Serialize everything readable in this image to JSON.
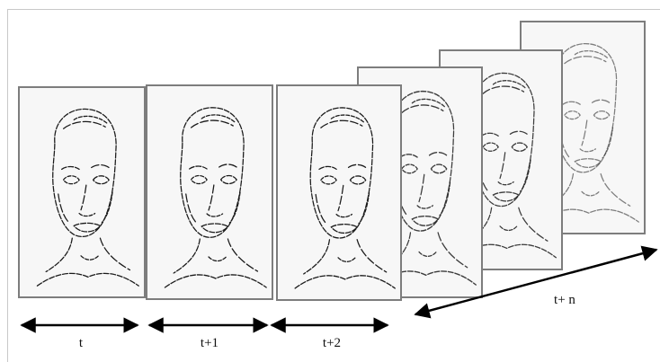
{
  "frames": [
    {
      "id": "frame-t-plus-n",
      "style": "faded"
    },
    {
      "id": "frame-5",
      "style": "mid"
    },
    {
      "id": "frame-4",
      "style": "mid"
    },
    {
      "id": "frame-t-plus-2",
      "style": "sharp"
    },
    {
      "id": "frame-t-plus-1",
      "style": "sharp"
    },
    {
      "id": "frame-t",
      "style": "sharp"
    }
  ],
  "labels": {
    "t": "t",
    "t1": "t+1",
    "t2": "t+2",
    "tn": "t+ n"
  },
  "colors": {
    "line": "#1a1a1a",
    "frame_border": "#7d7d7d",
    "frame_bg": "#f7f7f7",
    "arrow": "#000000"
  }
}
